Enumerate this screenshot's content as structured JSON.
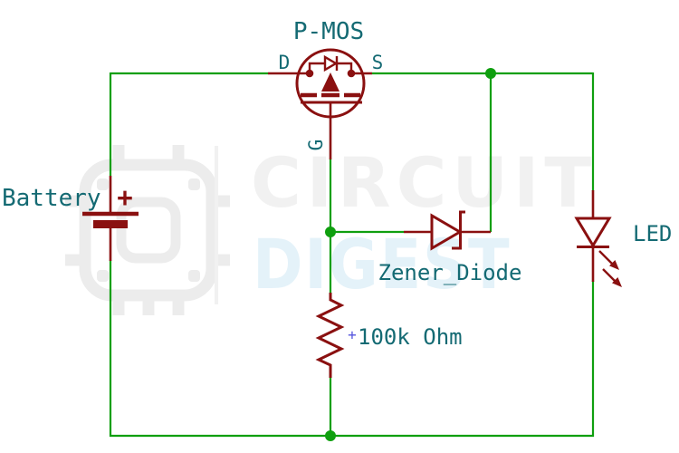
{
  "watermark": {
    "word_top": "CIRCUIT",
    "word_bottom": "DIGEST"
  },
  "labels": {
    "battery": "Battery",
    "battery_plus": "+",
    "transistor": "P-MOS",
    "pin_drain": "D",
    "pin_source": "S",
    "pin_gate": "G",
    "zener": "Zener_Diode",
    "led": "LED",
    "resistor": "100k Ohm",
    "resistor_anchor": "+"
  },
  "circuit": {
    "type": "schematic",
    "components": [
      {
        "label": "Battery",
        "kind": "battery"
      },
      {
        "label": "P-MOS",
        "kind": "p-channel-mosfet",
        "pins": [
          "D",
          "G",
          "S"
        ]
      },
      {
        "label": "Zener_Diode",
        "kind": "zener-diode"
      },
      {
        "label": "100k Ohm",
        "kind": "resistor"
      },
      {
        "label": "LED",
        "kind": "led"
      }
    ],
    "junctions": 3
  },
  "colors": {
    "background": "#ffffff",
    "wire": "#0f9f0f",
    "component": "#8a1010",
    "label": "#146a73",
    "anchor": "#5555dd",
    "watermark_gray": "#f1f1f1",
    "watermark_blue": "#e4f2f9",
    "logo": "#ececec"
  }
}
